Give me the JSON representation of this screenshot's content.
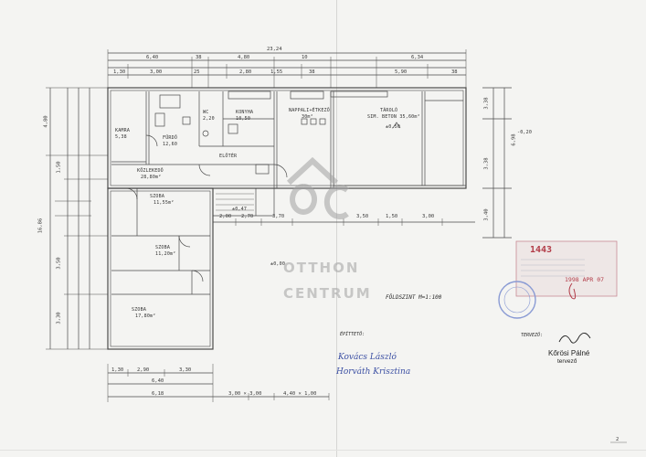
{
  "colors": {
    "paper": "#f4f4f2",
    "ink": "#4a4a4a",
    "stamp_red": "#b23c48",
    "stamp_blue": "#5a6fb8",
    "logo": "#a0a0a0"
  },
  "watermark": {
    "line1": "OTTHON",
    "line2": "CENTRUM",
    "icon": "oc-house-logo"
  },
  "dimensions": {
    "overall_top": "23,24",
    "top_row": [
      "6,40",
      "38",
      "4,80",
      "10",
      "6,34"
    ],
    "sub_row": [
      "1,30",
      "3,00",
      "25",
      "2,80",
      "1,55",
      "38",
      "5,90",
      "38"
    ],
    "bottom_row1": [
      "1,30",
      "2,90",
      "3,30"
    ],
    "bottom_row2": [
      "6,40"
    ],
    "bottom_row3": [
      "6,18",
      "3,00 × 3,00",
      "4,40 × 1,00"
    ],
    "left_col": [
      "4,80",
      "1,50",
      "3,50",
      "3,30"
    ],
    "left_total": "16,86",
    "middle_row": [
      "2,00",
      "2,70",
      "3,70",
      "3,50",
      "1,50",
      "3,00"
    ],
    "right_section": [
      "3,38",
      "6,98",
      "3,38",
      "3,40"
    ]
  },
  "rooms": {
    "furdo": "FÜRDŐ",
    "furdo_area": "12,60",
    "konyha": "KONYHA",
    "konyha_area": "10,50",
    "nappali": "NAPPALI+ÉTKEZŐ",
    "nappali_area": "30m²",
    "tarolo": "TÁROLÓ",
    "tarolo_area": "SIM. BETON 35,60m²",
    "kamra": "KAMRA",
    "kamra_area": "5,38",
    "wc": "WC",
    "wc_area": "2,20",
    "kozlekedo": "KÖZLEKEDŐ",
    "kozlekedo_area": "28,80m²",
    "eloter": "ELŐTÉR",
    "szoba1": "SZOBA",
    "szoba1_area": "11,55m²",
    "szoba2": "SZOBA",
    "szoba2_area": "11,20m²",
    "szoba3": "SZOBA",
    "szoba3_area": "17,80m²",
    "level_047": "±0,47",
    "level_050": "±0,50",
    "level_000": "±0,00",
    "level_020": "-0,20"
  },
  "title": "FÖLDSZINT  M=1:100",
  "signatures": {
    "label": "ÉPÍTTETŐ:",
    "sig1": "Kovács László",
    "sig2": "Horváth Krisztina"
  },
  "designer": {
    "label": "TERVEZŐ:",
    "name": "Kőrösi Pálné",
    "role": "tervező"
  },
  "stamp": {
    "number": "1443",
    "date": "1998 APR 07"
  },
  "page_marker": "2"
}
